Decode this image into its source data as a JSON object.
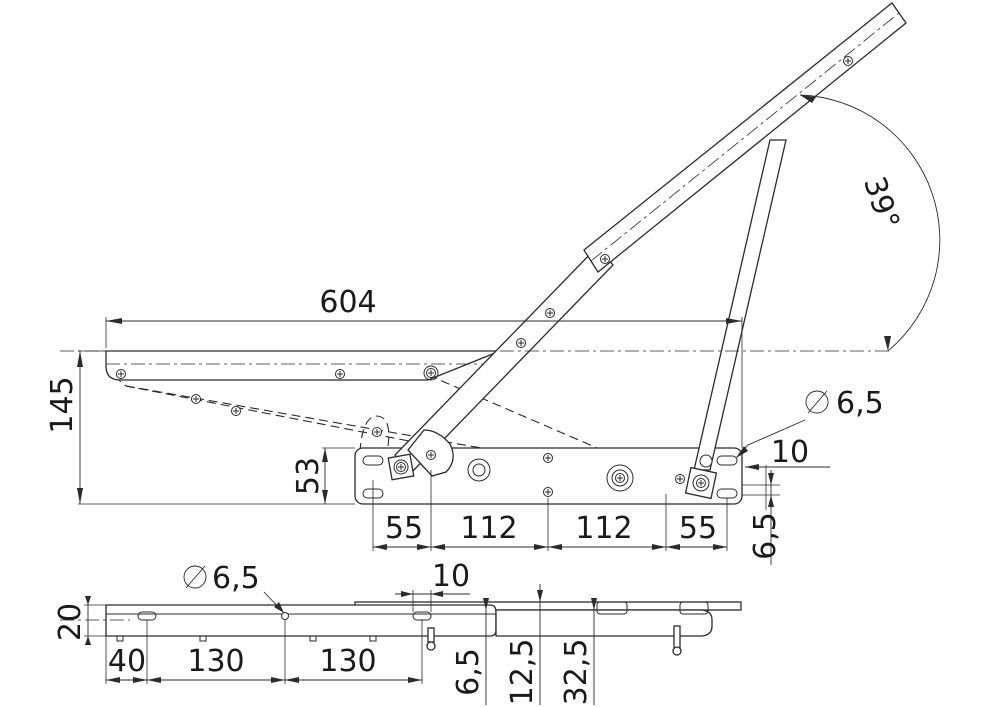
{
  "drawing": {
    "dimensions": {
      "length_604": "604",
      "height_145": "145",
      "height_53": "53",
      "span_55_left": "55",
      "span_112_left": "112",
      "span_112_right": "112",
      "span_55_right": "55",
      "angle": "39°",
      "hole_diameter_top": "6,5",
      "offset_10_top": "10",
      "offset_6_5_right": "6,5",
      "hole_diameter_bottom": "6,5",
      "offset_10_bottom": "10",
      "width_20": "20",
      "span_40": "40",
      "span_130_a": "130",
      "span_130_b": "130",
      "height_6_5_bottom": "6,5",
      "height_12_5": "12,5",
      "height_32_5": "32,5"
    }
  }
}
